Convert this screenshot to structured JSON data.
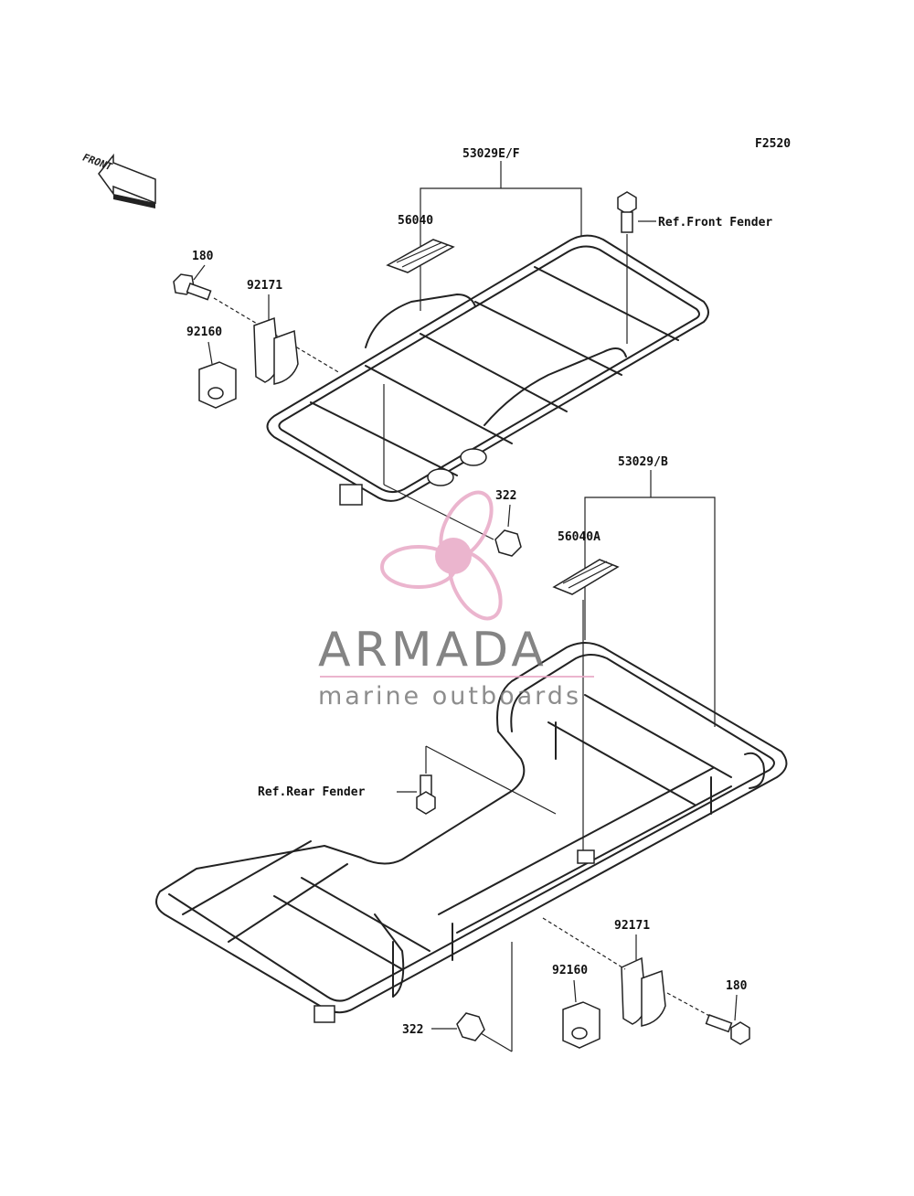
{
  "diagram_code": "F2520",
  "direction_arrow": {
    "label": "FRONT",
    "icon": "front-arrow-icon"
  },
  "labels": {
    "upper_carrier": "53029E/F",
    "upper_decal": "56040",
    "upper_bolt_left": "180",
    "upper_bracket": "92171",
    "upper_clamp": "92160",
    "upper_nut": "322",
    "ref_front_fender": "Ref.Front Fender",
    "lower_carrier": "53029/B",
    "lower_decal": "56040A",
    "ref_rear_fender": "Ref.Rear Fender",
    "lower_bracket": "92171",
    "lower_clamp": "92160",
    "lower_bolt_right": "180",
    "lower_nut": "322"
  },
  "watermark": {
    "brand": "ARMADA",
    "tagline": "marine outboards",
    "icon": "propeller-logo-icon",
    "colors": {
      "pink": "#e8a9c6",
      "gray": "#7a7a7a"
    }
  }
}
